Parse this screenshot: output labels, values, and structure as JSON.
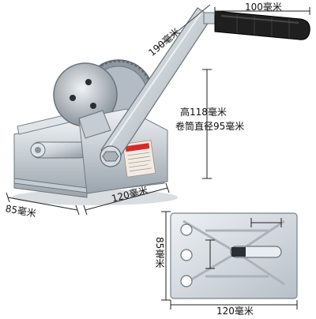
{
  "labels": {
    "handle_length": "100毫米",
    "arm_length": "190毫米",
    "height": "高118毫米",
    "drum_diameter": "卷筒直径95毫米",
    "depth": "85毫米",
    "width": "120毫米",
    "plate_height": "85毫米",
    "plate_width": "120毫米"
  },
  "colors": {
    "steel_light": "#e7ecf1",
    "steel_mid": "#b9c2cc",
    "steel_dark": "#7a858f",
    "grip": "#1a1a1a",
    "gear": "#9aa3ab",
    "dim_line": "#222222"
  },
  "icons": {
    "winch": "hand-winch-photo",
    "plate": "base-plate-photo"
  }
}
